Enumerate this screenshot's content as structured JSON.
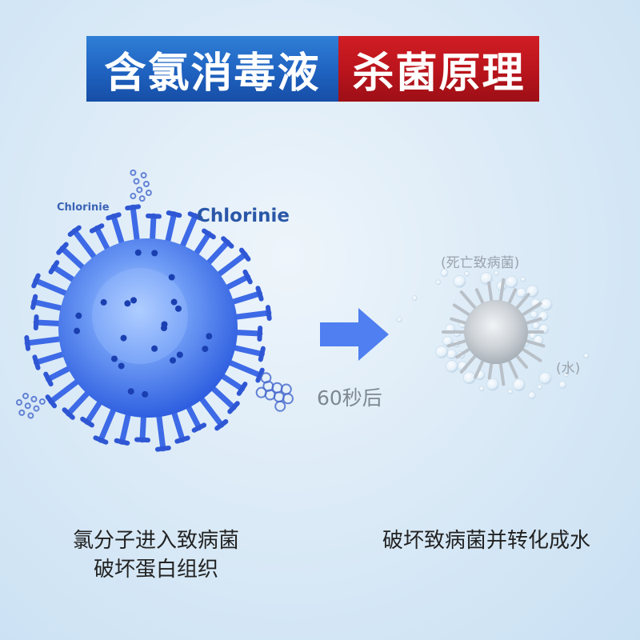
{
  "title": {
    "left_text": "含氯消毒液",
    "right_text": "杀菌原理",
    "left_color": "#1f62c0",
    "right_color": "#b9141c"
  },
  "labels": {
    "chlorine_small": "Chlorinie",
    "chlorine_large": "Chlorinie",
    "dead_pathogen": "(死亡致病菌)",
    "water": "(水)",
    "arrow_caption": "60秒后"
  },
  "captions": {
    "left_line1": "氯分子进入致病菌",
    "left_line2": "破坏蛋白组织",
    "right_line1": "破坏致病菌并转化成水"
  },
  "colors": {
    "virus_blue": "#2f5fe0",
    "arrow_blue": "#4f7ff0",
    "dead_gray": "#b9c0c7"
  },
  "icons": {
    "virus": "virus-icon",
    "dead_virus": "dead-virus-icon",
    "arrow": "arrow-right-icon"
  }
}
